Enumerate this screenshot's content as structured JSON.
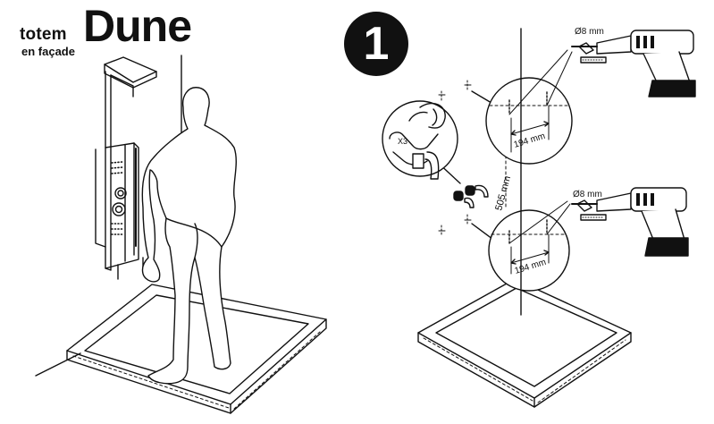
{
  "brand": {
    "line1": "totem",
    "line2": "en façade",
    "product": "Dune"
  },
  "step": {
    "number": "1"
  },
  "labels": {
    "vertical_distance": "505 mm",
    "spacing_top": "194 mm",
    "spacing_bottom": "194 mm",
    "drill_top": "Ø8 mm",
    "drill_bottom": "Ø8 mm",
    "qty": "X3"
  },
  "colors": {
    "ink": "#111111",
    "background": "#ffffff"
  },
  "icons": [
    "shower-panel-icon",
    "person-icon",
    "shower-tray-icon",
    "drill-icon",
    "wall-plug-icon",
    "elbow-fitting-icon"
  ]
}
